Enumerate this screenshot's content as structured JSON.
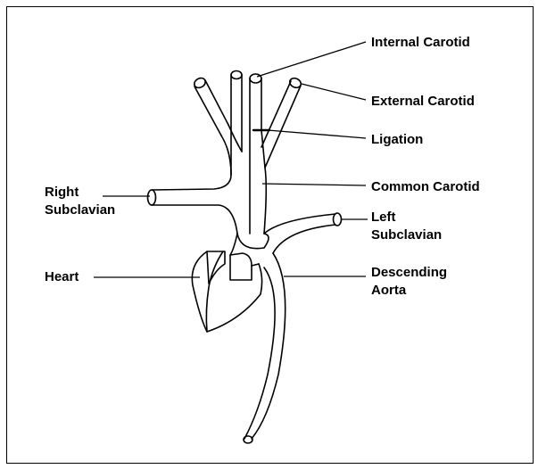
{
  "labels": {
    "internal_carotid": "Internal Carotid",
    "external_carotid": "External Carotid",
    "ligation": "Ligation",
    "right_subclavian_line1": "Right",
    "right_subclavian_line2": "Subclavian",
    "common_carotid": "Common Carotid",
    "left_subclavian_line1": "Left",
    "left_subclavian_line2": "Subclavian",
    "heart": "Heart",
    "descending_aorta_line1": "Descending",
    "descending_aorta_line2": "Aorta"
  }
}
